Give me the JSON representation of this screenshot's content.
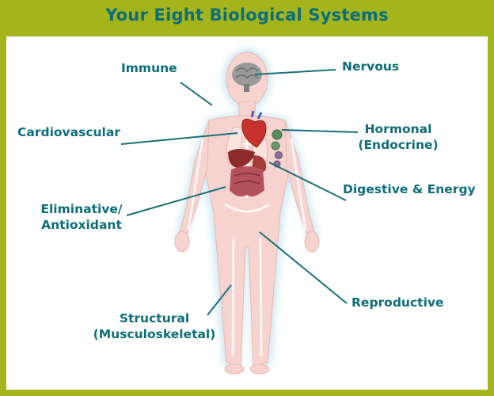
{
  "title": "Your Eight Biological Systems",
  "labels": {
    "immune": "Immune",
    "nervous": "Nervous",
    "cardiovascular": "Cardiovascular",
    "hormonal_line1": "Hormonal",
    "hormonal_line2": "(Endocrine)",
    "digestive": "Digestive & Energy",
    "eliminative_line1": "Eliminative/",
    "eliminative_line2": "Antioxidant",
    "reproductive": "Reproductive",
    "structural_line1": "Structural",
    "structural_line2": "(Musculoskeletal)"
  },
  "colors": {
    "frame": "#a3b51a",
    "text": "#0d6e7a",
    "body": "#f6d3ce",
    "glow": "#c9e6f2"
  }
}
